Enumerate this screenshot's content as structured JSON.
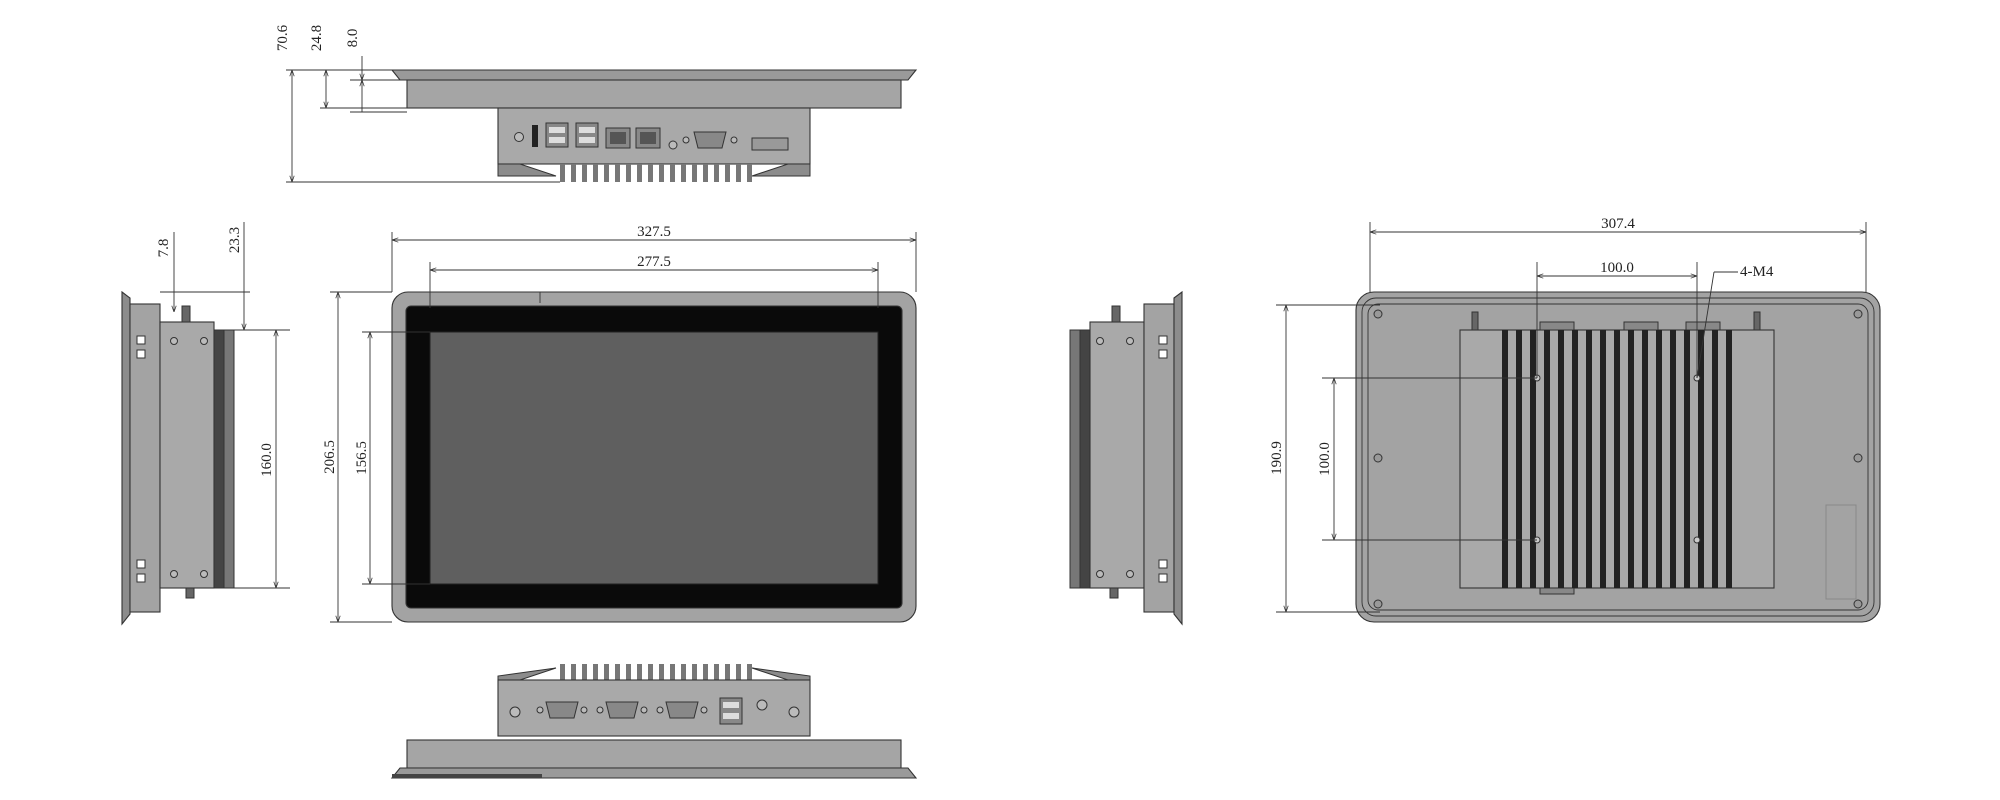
{
  "drawing": {
    "dimensions": {
      "top_view": {
        "total_height": "70.6",
        "mid_height": "24.8",
        "bezel_height": "8.0"
      },
      "front_view": {
        "overall_width": "327.5",
        "display_width": "277.5",
        "overall_height": "206.5",
        "display_height": "156.5"
      },
      "left_side_view": {
        "bezel_depth": "7.8",
        "body_depth": "23.3",
        "body_height": "160.0"
      },
      "back_view": {
        "overall_width": "307.4",
        "hole_spacing_x": "100.0",
        "hole_spacing_y": "100.0",
        "overall_height": "190.9",
        "hole_label": "4-M4"
      }
    },
    "colors": {
      "body": "#a3a3a3",
      "body_dark": "#8c8c8c",
      "bezel": "#0a0a0a",
      "screen": "#5f5f5f",
      "line": "#333333"
    }
  }
}
